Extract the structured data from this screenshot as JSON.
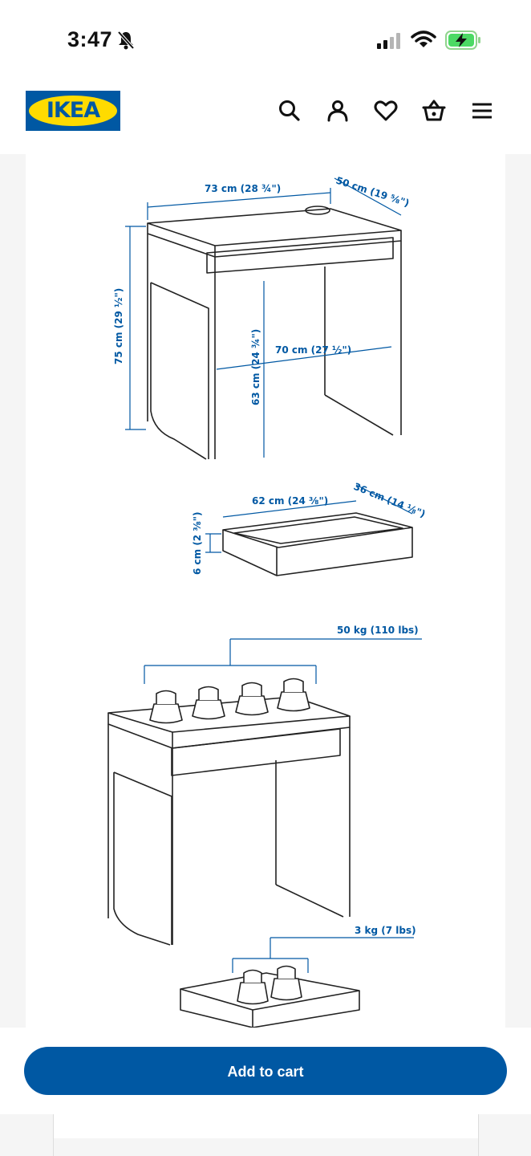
{
  "status": {
    "time": "3:47"
  },
  "header": {
    "logo_text": "IKEA",
    "icons": [
      "search-icon",
      "user-icon",
      "heart-icon",
      "cart-basket-icon",
      "menu-icon"
    ]
  },
  "image": {
    "desk_dims": {
      "width": "73 cm (28 ¾\")",
      "depth": "50 cm (19 ⅝\")",
      "height": "75 cm (29 ½\")",
      "knee_height": "63 cm (24 ¾\")",
      "knee_width": "70 cm (27 ½\")"
    },
    "drawer_dims": {
      "width": "62 cm (24 ⅜\")",
      "depth": "36 cm (14 ⅛\")",
      "height": "6 cm (2 ⅜\")"
    },
    "load": {
      "desk": "50 kg (110 lbs)",
      "drawer": "3 kg (7 lbs)"
    }
  },
  "actions": {
    "add_to_cart": "Add to cart"
  },
  "colors": {
    "brand_blue": "#0058a3",
    "brand_yellow": "#ffdb00"
  }
}
